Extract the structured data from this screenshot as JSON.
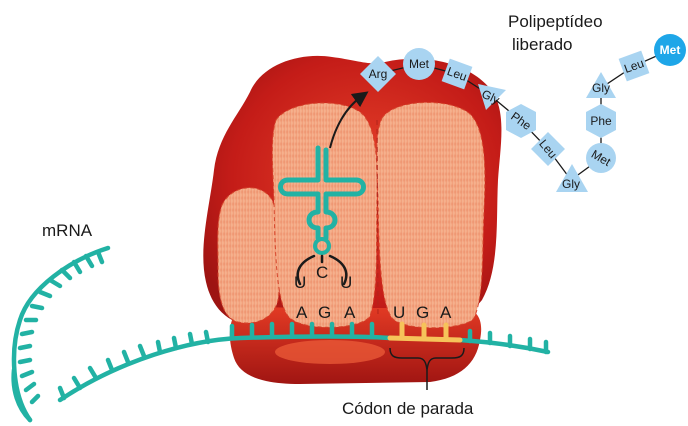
{
  "labels": {
    "polypeptide_line1": "Polipeptídeo",
    "polypeptide_line2": "liberado",
    "mrna": "mRNA",
    "stop_codon": "Códon de parada"
  },
  "anticodon": [
    "U",
    "C",
    "U"
  ],
  "codons": {
    "p_site": [
      "A",
      "G",
      "A"
    ],
    "a_site": [
      "U",
      "G",
      "A"
    ]
  },
  "polypeptide": [
    {
      "name": "Arg",
      "shape": "diamond"
    },
    {
      "name": "Met",
      "shape": "circle"
    },
    {
      "name": "Leu",
      "shape": "square"
    },
    {
      "name": "Gly",
      "shape": "triangle"
    },
    {
      "name": "Phe",
      "shape": "hexagon"
    },
    {
      "name": "Leu",
      "shape": "square"
    },
    {
      "name": "Gly",
      "shape": "triangle"
    },
    {
      "name": "Met",
      "shape": "circle"
    },
    {
      "name": "Phe",
      "shape": "hexagon"
    },
    {
      "name": "Gly",
      "shape": "triangle"
    },
    {
      "name": "Leu",
      "shape": "square"
    },
    {
      "name": "Met",
      "shape": "circle"
    }
  ],
  "colors": {
    "ribosome": "#c8201c",
    "ribosome_inner": "#f2a07c",
    "mrna": "#22b2a4",
    "stop_codon": "#f6c35a",
    "amino_acid": "#a9d4f1",
    "start_met": "#1ea6e8"
  }
}
